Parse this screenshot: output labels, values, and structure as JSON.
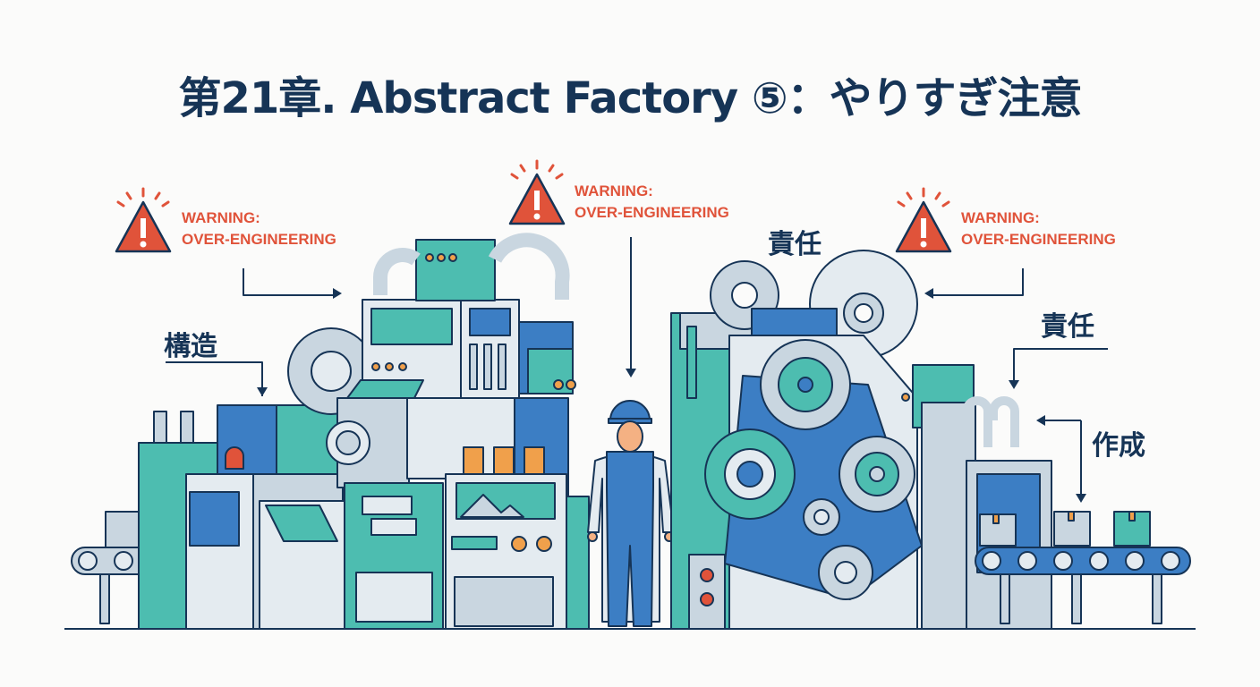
{
  "title": "第21章. Abstract Factory ⑤：やりすぎ注意",
  "warnings": [
    {
      "line1": "WARNING:",
      "line2": "OVER-ENGINEERING"
    },
    {
      "line1": "WARNING:",
      "line2": "OVER-ENGINEERING"
    },
    {
      "line1": "WARNING:",
      "line2": "OVER-ENGINEERING"
    }
  ],
  "labels": {
    "structure": "構造",
    "responsibility_top": "責任",
    "responsibility_right": "責任",
    "creation": "作成"
  },
  "icons": {
    "warning": "warning-triangle-icon",
    "worker": "worker-icon",
    "gear": "gear-icon",
    "conveyor": "conveyor-belt-icon"
  },
  "colors": {
    "navy": "#163456",
    "teal": "#4dbdb0",
    "blue": "#3c7ec4",
    "grey": "#c9d6e0",
    "light": "#e4ebf0",
    "orange": "#f0a04b",
    "red": "#e0533a"
  }
}
